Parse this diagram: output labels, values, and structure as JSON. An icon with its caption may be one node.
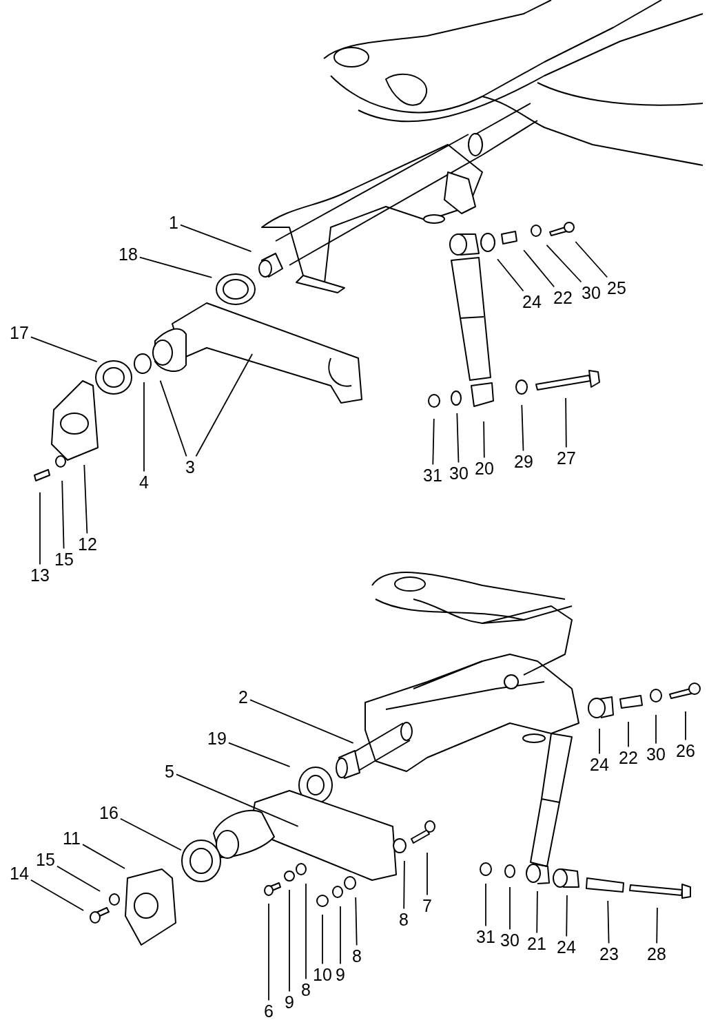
{
  "diagram": {
    "nodes": [
      {
        "text": [
          "1"
        ]
      },
      {
        "text": [
          "18"
        ]
      },
      {
        "text": [
          "24"
        ]
      },
      {
        "text": [
          "22"
        ]
      },
      {
        "text": [
          "30"
        ]
      },
      {
        "text": [
          "25"
        ]
      },
      {
        "text": [
          "17"
        ]
      },
      {
        "text": [
          "31"
        ]
      },
      {
        "text": [
          "30"
        ]
      },
      {
        "text": [
          "20"
        ]
      },
      {
        "text": [
          "29"
        ]
      },
      {
        "text": [
          "27"
        ]
      },
      {
        "text": [
          "3"
        ]
      },
      {
        "text": [
          "4"
        ]
      },
      {
        "text": [
          "12"
        ]
      },
      {
        "text": [
          "15"
        ]
      },
      {
        "text": [
          "13"
        ]
      },
      {
        "text": [
          "2"
        ]
      },
      {
        "text": [
          "19"
        ]
      },
      {
        "text": [
          "24"
        ]
      },
      {
        "text": [
          "22"
        ]
      },
      {
        "text": [
          "30"
        ]
      },
      {
        "text": [
          "26"
        ]
      },
      {
        "text": [
          "5"
        ]
      },
      {
        "text": [
          "16"
        ]
      },
      {
        "text": [
          "11"
        ]
      },
      {
        "text": [
          "15"
        ]
      },
      {
        "text": [
          "14"
        ]
      },
      {
        "text": [
          "7"
        ]
      },
      {
        "text": [
          "8"
        ]
      },
      {
        "text": [
          "31"
        ]
      },
      {
        "text": [
          "30"
        ]
      },
      {
        "text": [
          "21"
        ]
      },
      {
        "text": [
          "24"
        ]
      },
      {
        "text": [
          "23"
        ]
      },
      {
        "text": [
          "28"
        ]
      },
      {
        "text": [
          "8"
        ]
      },
      {
        "text": [
          "10"
        ]
      },
      {
        "text": [
          "9"
        ]
      },
      {
        "text": [
          "8"
        ]
      },
      {
        "text": [
          "9"
        ]
      },
      {
        "text": [
          "6"
        ]
      }
    ],
    "edges": [
      {
        "from": 0,
        "to": null,
        "arrow": "none"
      },
      {
        "from": 1,
        "to": null,
        "arrow": "none"
      },
      {
        "from": 2,
        "to": null,
        "arrow": "none"
      },
      {
        "from": 3,
        "to": null,
        "arrow": "none"
      },
      {
        "from": 4,
        "to": null,
        "arrow": "none"
      },
      {
        "from": 5,
        "to": null,
        "arrow": "none"
      },
      {
        "from": 6,
        "to": null,
        "arrow": "none"
      },
      {
        "from": 7,
        "to": null,
        "arrow": "none"
      },
      {
        "from": 8,
        "to": null,
        "arrow": "none"
      },
      {
        "from": 9,
        "to": null,
        "arrow": "none"
      },
      {
        "from": 10,
        "to": null,
        "arrow": "none"
      },
      {
        "from": 11,
        "to": null,
        "arrow": "none"
      },
      {
        "from": 12,
        "to": null,
        "arrow": "none"
      },
      {
        "from": 12,
        "to": null,
        "arrow": "none"
      },
      {
        "from": 13,
        "to": null,
        "arrow": "none"
      },
      {
        "from": 14,
        "to": null,
        "arrow": "none"
      },
      {
        "from": 15,
        "to": null,
        "arrow": "none"
      },
      {
        "from": 16,
        "to": null,
        "arrow": "none"
      },
      {
        "from": 17,
        "to": null,
        "arrow": "none"
      },
      {
        "from": 18,
        "to": null,
        "arrow": "none"
      },
      {
        "from": 19,
        "to": null,
        "arrow": "none"
      },
      {
        "from": 20,
        "to": null,
        "arrow": "none"
      },
      {
        "from": 21,
        "to": null,
        "arrow": "none"
      },
      {
        "from": 22,
        "to": null,
        "arrow": "none"
      },
      {
        "from": 23,
        "to": null,
        "arrow": "none"
      },
      {
        "from": 24,
        "to": null,
        "arrow": "none"
      },
      {
        "from": 25,
        "to": null,
        "arrow": "none"
      },
      {
        "from": 26,
        "to": null,
        "arrow": "none"
      },
      {
        "from": 27,
        "to": null,
        "arrow": "none"
      },
      {
        "from": 28,
        "to": null,
        "arrow": "none"
      },
      {
        "from": 29,
        "to": null,
        "arrow": "none"
      },
      {
        "from": 30,
        "to": null,
        "arrow": "none"
      },
      {
        "from": 31,
        "to": null,
        "arrow": "none"
      },
      {
        "from": 32,
        "to": null,
        "arrow": "none"
      },
      {
        "from": 33,
        "to": null,
        "arrow": "none"
      },
      {
        "from": 34,
        "to": null,
        "arrow": "none"
      },
      {
        "from": 35,
        "to": null,
        "arrow": "none"
      },
      {
        "from": 36,
        "to": null,
        "arrow": "none"
      },
      {
        "from": 37,
        "to": null,
        "arrow": "none"
      },
      {
        "from": 38,
        "to": null,
        "arrow": "none"
      },
      {
        "from": 39,
        "to": null,
        "arrow": "none"
      },
      {
        "from": 40,
        "to": null,
        "arrow": "none"
      },
      {
        "from": 41,
        "to": null,
        "arrow": "none"
      }
    ]
  }
}
